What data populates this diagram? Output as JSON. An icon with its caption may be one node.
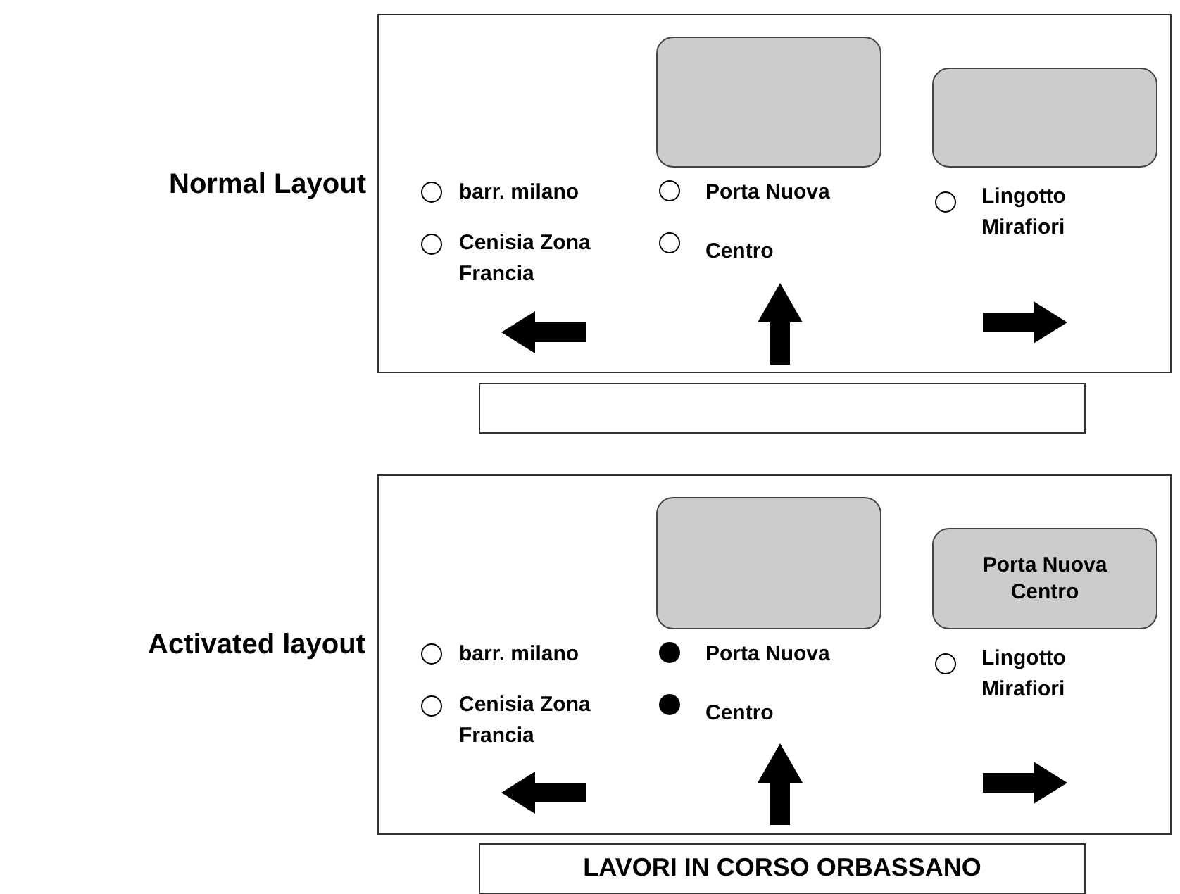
{
  "diagram": {
    "nodes": [
      {
        "text": [],
        "shape": "box"
      },
      {
        "text": [],
        "shape": "box",
        "in": 0
      },
      {
        "text": [],
        "shape": "box",
        "in": 0
      },
      {
        "text": [],
        "shape": "box"
      },
      {
        "text": [],
        "shape": "box"
      },
      {
        "text": [],
        "shape": "box",
        "in": 4
      },
      {
        "text": [
          "Porta Nuova Centro"
        ],
        "in": 4
      },
      {
        "text": [
          "LAVORI IN CORSO ORBASSANO"
        ]
      }
    ],
    "labels": [
      "Normal Layout",
      "barr. milano",
      "Porta Nuova",
      "Lingotto Mirafiori",
      "Cenisia Zona Francia",
      "Centro",
      "Activated layout",
      "barr. milano",
      "Porta Nuova",
      "Lingotto Mirafiori",
      "Cenisia Zona Francia",
      "Centro"
    ]
  }
}
